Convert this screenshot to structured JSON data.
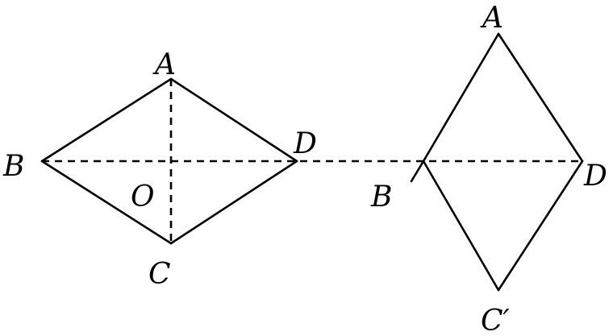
{
  "figure": {
    "left_shape": {
      "vertex_labels": {
        "A": "A",
        "B": "B",
        "C": "C",
        "D": "D",
        "O": "O"
      }
    },
    "right_shape": {
      "vertex_labels": {
        "A": "A",
        "B": "B",
        "C": "C′",
        "D": "D"
      }
    },
    "line_color": "#000000",
    "background": "#ffffff"
  }
}
